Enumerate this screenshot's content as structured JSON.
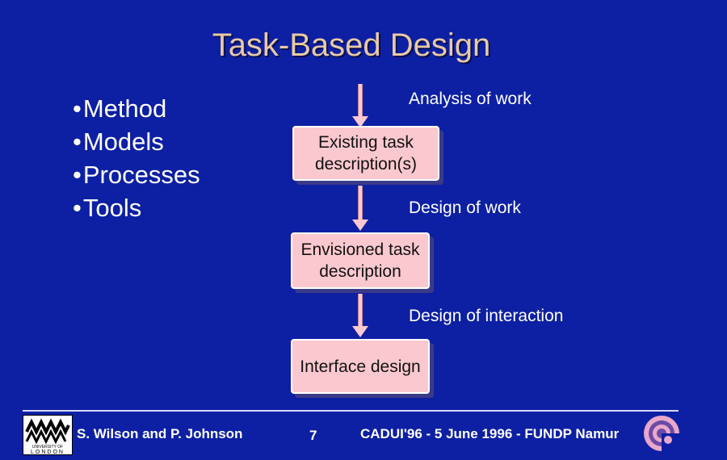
{
  "slide": {
    "title": "Task-Based Design"
  },
  "bullets": [
    "Method",
    "Models",
    "Processes",
    "Tools"
  ],
  "flow": {
    "label_analysis": "Analysis of work",
    "box_existing": "Existing task description(s)",
    "label_design_work": "Design of work",
    "box_envisioned": "Envisioned  task description",
    "label_design_interaction": "Design of interaction",
    "box_interface": "Interface design"
  },
  "footer": {
    "authors": "S.  Wilson and P. Johnson",
    "page": "7",
    "event": "CADUI'96 - 5 June 1996 - FUNDP Namur"
  },
  "logo": {
    "university_text": "UNIVERSITY OF LONDON",
    "left_icon": "qmw-university-logo",
    "right_icon": "concentric-circles-logo"
  },
  "colors": {
    "background": "#0d20a3",
    "box_fill": "#fcc8cf",
    "title": "#e9c9a5"
  }
}
